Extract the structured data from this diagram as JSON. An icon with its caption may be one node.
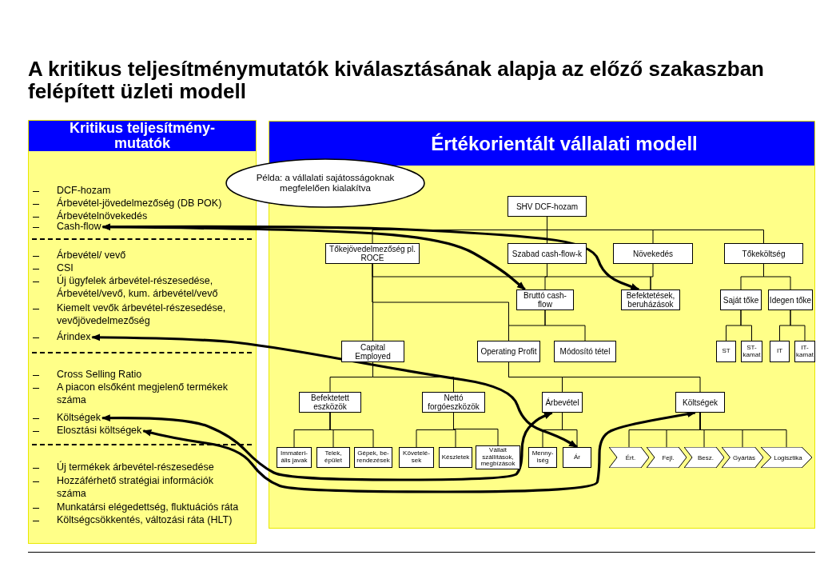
{
  "diagram": {
    "title": "A kritikus teljesítménymutatók kiválasztásának alapja az előző szakaszban felépített üzleti modell",
    "nodes": [
      {
        "text": [
          "Kritikus teljesítmény- mutatók"
        ]
      },
      {
        "text": [
          "DCF-hozam"
        ],
        "in": 0
      },
      {
        "text": [
          "Árbevétel-jövedelmezőség (DB POK)"
        ],
        "in": 0
      },
      {
        "text": [
          "Árbevételnövekedés"
        ],
        "in": 0
      },
      {
        "text": [
          "Cash-flow"
        ],
        "in": 0
      },
      {
        "text": [
          "Árbevétel/ vevő"
        ],
        "in": 0
      },
      {
        "text": [
          "CSI"
        ],
        "in": 0
      },
      {
        "text": [
          "Új ügyfelek árbevétel-részesedése, Árbevétel/vevő, kum. árbevétel/vevő"
        ],
        "in": 0
      },
      {
        "text": [
          "Kiemelt vevők árbevétel-részesedése, vevőjövedelmezőség"
        ],
        "in": 0
      },
      {
        "text": [
          "Árindex"
        ],
        "in": 0
      },
      {
        "text": [
          "Cross Selling Ratio"
        ],
        "in": 0
      },
      {
        "text": [
          "A piacon elsőként megjelenő termékek száma"
        ],
        "in": 0
      },
      {
        "text": [
          "Költségek"
        ],
        "in": 0
      },
      {
        "text": [
          "Elosztási költségek"
        ],
        "in": 0
      },
      {
        "text": [
          "Új termékek árbevétel-részesedése"
        ],
        "in": 0
      },
      {
        "text": [
          "Hozzáférhető stratégiai információk száma"
        ],
        "in": 0
      },
      {
        "text": [
          "Munkatársi elégedettség, fluktuációs ráta"
        ],
        "in": 0
      },
      {
        "text": [
          "Költségcsökkentés, változási ráta (HLT)"
        ],
        "in": 0
      },
      {
        "text": [
          "Értékorientált vállalati modell"
        ]
      },
      {
        "text": [
          "Példa: a vállalati sajátosságoknak megfelelően kialakítva"
        ]
      },
      {
        "text": [
          "SHV DCF-hozam"
        ],
        "in": 18
      },
      {
        "text": [
          "Tőkejövedelmezőség pl. ROCE"
        ],
        "in": 18
      },
      {
        "text": [
          "Szabad cash-flow-k"
        ],
        "in": 18
      },
      {
        "text": [
          "Növekedés"
        ],
        "in": 18
      },
      {
        "text": [
          "Tőkeköltség"
        ],
        "in": 18
      },
      {
        "text": [
          "Bruttó cash-flow"
        ],
        "in": 18
      },
      {
        "text": [
          "Befektetések, beruházások"
        ],
        "in": 18
      },
      {
        "text": [
          "Saját tőke"
        ],
        "in": 18
      },
      {
        "text": [
          "Idegen tőke"
        ],
        "in": 18
      },
      {
        "text": [
          "Capital Employed"
        ],
        "in": 18
      },
      {
        "text": [
          "Operating Profit"
        ],
        "in": 18
      },
      {
        "text": [
          "Módosító tétel"
        ],
        "in": 18
      },
      {
        "text": [
          "ST"
        ],
        "in": 18
      },
      {
        "text": [
          "ST- kamat"
        ],
        "in": 18
      },
      {
        "text": [
          "IT"
        ],
        "in": 18
      },
      {
        "text": [
          "IT- kamat"
        ],
        "in": 18
      },
      {
        "text": [
          "Befektetett eszközök"
        ],
        "in": 18
      },
      {
        "text": [
          "Nettó forgóeszközök"
        ],
        "in": 18
      },
      {
        "text": [
          "Árbevétel"
        ],
        "in": 18
      },
      {
        "text": [
          "Költségek"
        ],
        "in": 18
      },
      {
        "text": [
          "Immateri- ális javak"
        ],
        "in": 18
      },
      {
        "text": [
          "Telek, épület"
        ],
        "in": 18
      },
      {
        "text": [
          "Gépek, be- rendezések"
        ],
        "in": 18
      },
      {
        "text": [
          "Követelé- sek"
        ],
        "in": 18
      },
      {
        "text": [
          "Készletek"
        ],
        "in": 18
      },
      {
        "text": [
          "Vállalt szállítások, megbízások"
        ],
        "in": 18
      },
      {
        "text": [
          "Menny- iség"
        ],
        "in": 18
      },
      {
        "text": [
          "Ár"
        ],
        "in": 18
      },
      {
        "text": [
          "Ért."
        ],
        "in": 18
      },
      {
        "text": [
          "Fejl."
        ],
        "in": 18
      },
      {
        "text": [
          "Besz."
        ],
        "in": 18
      },
      {
        "text": [
          "Gyártás"
        ],
        "in": 18
      },
      {
        "text": [
          "Logisztika"
        ],
        "in": 18
      }
    ],
    "edges": [
      {
        "from": 20,
        "to": 21,
        "arrow": "none"
      },
      {
        "from": 20,
        "to": 22,
        "arrow": "none"
      },
      {
        "from": 20,
        "to": 23,
        "arrow": "none"
      },
      {
        "from": 20,
        "to": 24,
        "arrow": "none"
      },
      {
        "from": 21,
        "to": 29,
        "arrow": "none"
      },
      {
        "from": 21,
        "to": 30,
        "arrow": "none"
      },
      {
        "from": 21,
        "to": 26,
        "arrow": "none"
      },
      {
        "from": 22,
        "to": 25,
        "arrow": "none"
      },
      {
        "from": 23,
        "to": 26,
        "arrow": "none"
      },
      {
        "from": 25,
        "to": 30,
        "arrow": "none"
      },
      {
        "from": 25,
        "to": 31,
        "arrow": "none"
      },
      {
        "from": 24,
        "to": 27,
        "arrow": "none"
      },
      {
        "from": 24,
        "to": 28,
        "arrow": "none"
      },
      {
        "from": 27,
        "to": 32,
        "arrow": "none"
      },
      {
        "from": 27,
        "to": 33,
        "arrow": "none"
      },
      {
        "from": 28,
        "to": 34,
        "arrow": "none"
      },
      {
        "from": 28,
        "to": 35,
        "arrow": "none"
      },
      {
        "from": 29,
        "to": 36,
        "arrow": "none"
      },
      {
        "from": 29,
        "to": 37,
        "arrow": "none"
      },
      {
        "from": 30,
        "to": 38,
        "arrow": "none"
      },
      {
        "from": 30,
        "to": 39,
        "arrow": "none"
      },
      {
        "from": 36,
        "to": 40,
        "arrow": "none"
      },
      {
        "from": 36,
        "to": 41,
        "arrow": "none"
      },
      {
        "from": 36,
        "to": 42,
        "arrow": "none"
      },
      {
        "from": 37,
        "to": 43,
        "arrow": "none"
      },
      {
        "from": 37,
        "to": 44,
        "arrow": "none"
      },
      {
        "from": 37,
        "to": 45,
        "arrow": "none"
      },
      {
        "from": 38,
        "to": 46,
        "arrow": "none"
      },
      {
        "from": 38,
        "to": 47,
        "arrow": "none"
      },
      {
        "from": 39,
        "to": 48,
        "arrow": "none"
      },
      {
        "from": 39,
        "to": 49,
        "arrow": "none"
      },
      {
        "from": 39,
        "to": 50,
        "arrow": "none"
      },
      {
        "from": 39,
        "to": 51,
        "arrow": "none"
      },
      {
        "from": 39,
        "to": 52,
        "arrow": "none"
      },
      {
        "from": 4,
        "to": 25,
        "arrow": "both",
        "style": "thick"
      },
      {
        "from": 4,
        "to": 26,
        "arrow": "both",
        "style": "thick"
      },
      {
        "from": 9,
        "to": 47,
        "arrow": "both",
        "style": "thick"
      },
      {
        "from": 12,
        "to": 38,
        "arrow": "both",
        "style": "thick"
      },
      {
        "from": 13,
        "to": 39,
        "arrow": "both",
        "style": "thick"
      }
    ]
  }
}
